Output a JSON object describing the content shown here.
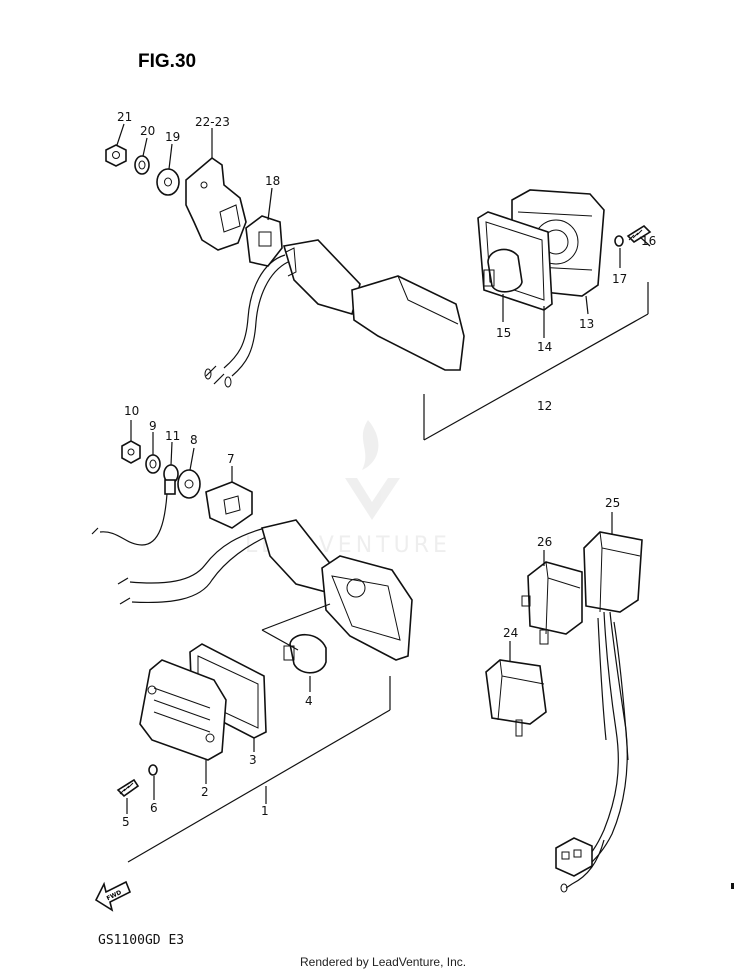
{
  "figure": {
    "title": "FIG.30",
    "model": "GS1100GD E3"
  },
  "footer": {
    "credit": "Rendered by LeadVenture, Inc."
  },
  "watermark": {
    "text": "LEADVENTURE"
  },
  "fwd_label": "FWD",
  "callouts": {
    "c1": "1",
    "c2": "2",
    "c3": "3",
    "c4": "4",
    "c5": "5",
    "c6": "6",
    "c7": "7",
    "c8": "8",
    "c9": "9",
    "c10": "10",
    "c11": "11",
    "c12": "12",
    "c13": "13",
    "c14": "14",
    "c15": "15",
    "c16": "16",
    "c17": "17",
    "c18": "18",
    "c19": "19",
    "c20": "20",
    "c21": "21",
    "c22_23": "22-23",
    "c24": "24",
    "c25": "25",
    "c26": "26"
  }
}
